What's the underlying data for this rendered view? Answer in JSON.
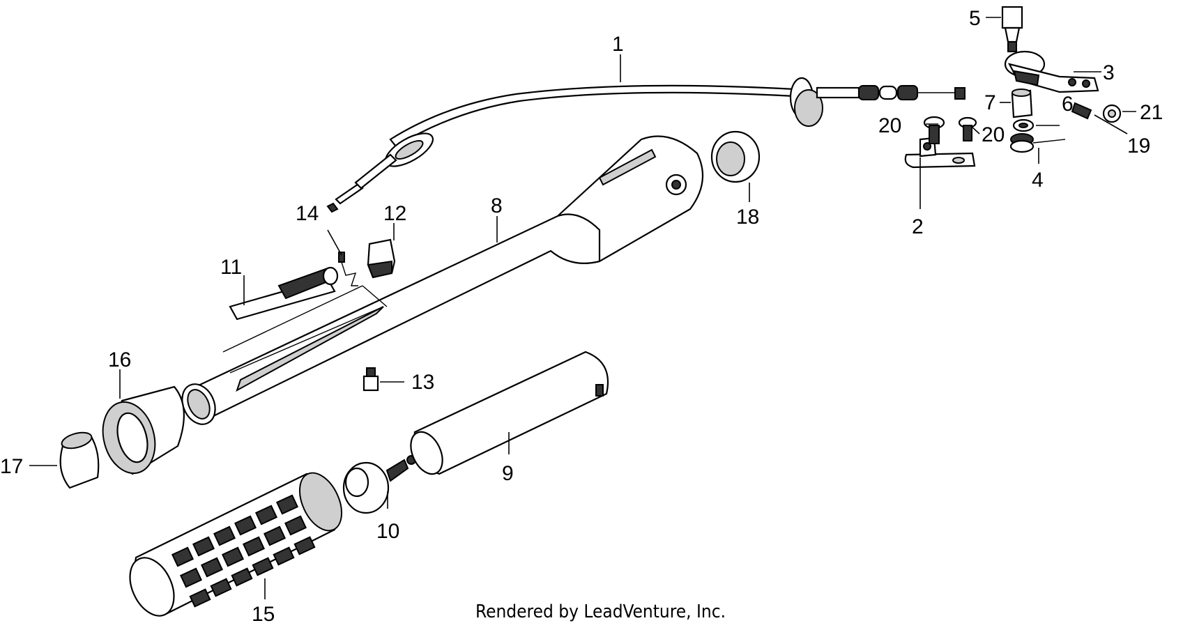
{
  "labels": {
    "p1": "1",
    "p2": "2",
    "p3": "3",
    "p4": "4",
    "p5": "5",
    "p6": "6",
    "p7": "7",
    "p8": "8",
    "p9": "9",
    "p10": "10",
    "p11": "11",
    "p12": "12",
    "p13": "13",
    "p14": "14",
    "p15": "15",
    "p16": "16",
    "p17": "17",
    "p18": "18",
    "p19": "19",
    "p20a": "20",
    "p20b": "20",
    "p21": "21"
  },
  "credit": "Rendered by LeadVenture, Inc."
}
